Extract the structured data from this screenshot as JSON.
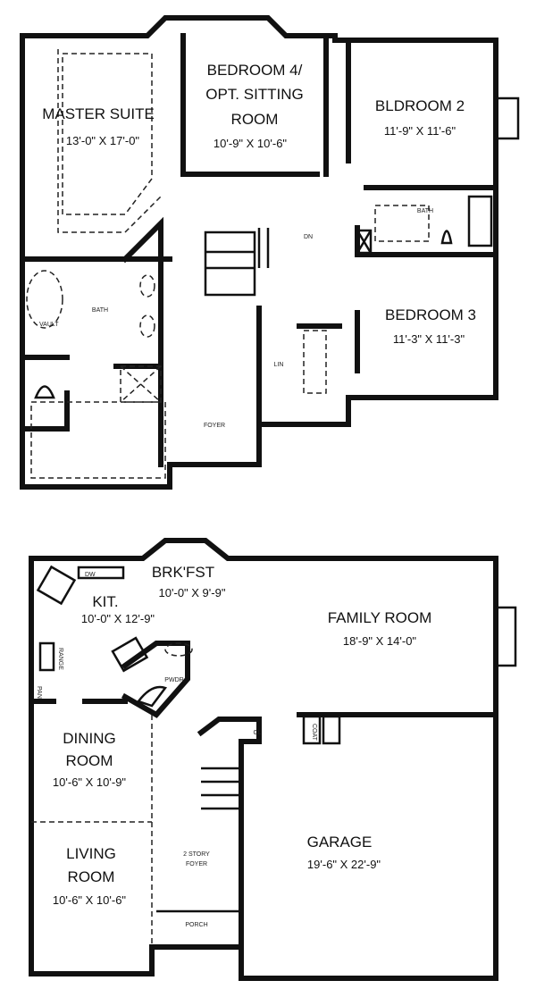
{
  "upper_floor": {
    "master_suite": {
      "name": "MASTER SUITE",
      "size": "13'-0\" X 17'-0\""
    },
    "bedroom4": {
      "name_line1": "BEDROOM 4/",
      "name_line2": "OPT. SITTING",
      "name_line3": "ROOM",
      "size": "10'-9\" X 10'-6\""
    },
    "bedroom2": {
      "name": "BLDROOM 2",
      "size": "11'-9\" X 11'-6\""
    },
    "bedroom3": {
      "name": "BEDROOM 3",
      "size": "11'-3\" X 11'-3\""
    },
    "master_bath": "BATH",
    "hall_bath": "BATH",
    "vault": "VAULT",
    "linen": "LIN",
    "foyer": "FOYER",
    "stair_dn": "DN"
  },
  "lower_floor": {
    "breakfast": {
      "name": "BRK'FST",
      "size": "10'-0\" X 9'-9\""
    },
    "kitchen": {
      "name": "KIT.",
      "size": "10'-0\" X 12'-9\""
    },
    "family_room": {
      "name": "FAMILY ROOM",
      "size": "18'-9\" X 14'-0\""
    },
    "dining_room": {
      "name_line1": "DINING",
      "name_line2": "ROOM",
      "size": "10'-6\" X 10'-9\""
    },
    "living_room": {
      "name_line1": "LIVING",
      "name_line2": "ROOM",
      "size": "10'-6\" X 10'-6\""
    },
    "garage": {
      "name": "GARAGE",
      "size": "19'-6\" X 22'-9\""
    },
    "foyer_line1": "2 STORY",
    "foyer_line2": "FOYER",
    "porch": "PORCH",
    "powder": "PWDR",
    "pantry": "PAN",
    "dishwasher": "DW",
    "range": "RANGE",
    "closet": "CL",
    "coat": "COAT"
  }
}
